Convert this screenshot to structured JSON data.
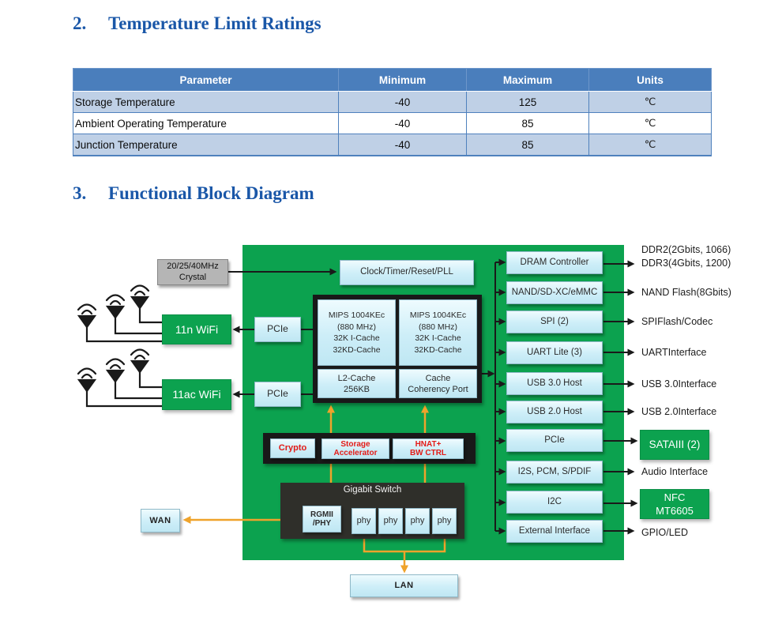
{
  "headings": {
    "section2_num": "2.",
    "section2_title": "Temperature Limit Ratings",
    "section3_num": "3.",
    "section3_title": "Functional Block Diagram"
  },
  "table": {
    "headers": [
      "Parameter",
      "Minimum",
      "Maximum",
      "Units"
    ],
    "rows": [
      [
        "Storage Temperature",
        "-40",
        "125",
        "℃"
      ],
      [
        "Ambient Operating Temperature",
        "-40",
        "85",
        "℃"
      ],
      [
        "Junction Temperature",
        "-40",
        "85",
        "℃"
      ]
    ]
  },
  "diagram": {
    "crystal_line1": "20/25/40MHz",
    "crystal_line2": "Crystal",
    "wifi_n": "11n WiFi",
    "wifi_ac": "11ac WiFi",
    "pcie": "PCIe",
    "clock_pll": "Clock/Timer/Reset/PLL",
    "mips_line1": "MIPS 1004KEc",
    "mips_line2": "(880 MHz)",
    "mips_line3": "32K I-Cache",
    "mips_line4": "32KD-Cache",
    "l2_line1": "L2-Cache",
    "l2_line2": "256KB",
    "ccp_line1": "Cache",
    "ccp_line2": "Coherency Port",
    "crypto": "Crypto",
    "storage_line1": "Storage",
    "storage_line2": "Accelerator",
    "hnat_line1": "HNAT+",
    "hnat_line2": "BW CTRL",
    "gigabit_switch": "Gigabit Switch",
    "rgmii_line1": "RGMII",
    "rgmii_line2": "/PHY",
    "phy": "phy",
    "wan": "WAN",
    "lan": "LAN",
    "right_blocks": [
      "DRAM Controller",
      "NAND/SD-XC/eMMC",
      "SPI (2)",
      "UART Lite (3)",
      "USB 3.0 Host",
      "USB 2.0 Host",
      "PCIe",
      "I2S, PCM, S/PDIF",
      "I2C",
      "External Interface"
    ],
    "ext": {
      "ddr_line1": "DDR2(2Gbits, 1066)",
      "ddr_line2": "DDR3(4Gbits, 1200)",
      "nand": "NAND Flash(8Gbits)",
      "spi": "SPIFlash/Codec",
      "uart": "UARTInterface",
      "usb3": "USB 3.0Interface",
      "usb2": "USB 2.0Interface",
      "sata": "SATAIII (2)",
      "audio": "Audio Interface",
      "nfc_line1": "NFC",
      "nfc_line2": "MT6605",
      "gpio": "GPIO/LED"
    }
  },
  "colors": {
    "chip_green": "#0CA24F",
    "accent_orange": "#EFA32B",
    "crypto_red": "#E31B17",
    "table_header_blue": "#4A7EBC",
    "table_row_blue": "#BFD0E6",
    "heading_blue": "#1A57A8"
  }
}
